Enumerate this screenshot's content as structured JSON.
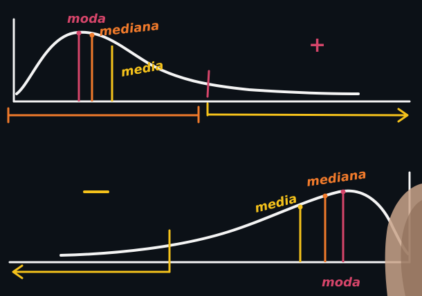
{
  "colors": {
    "background": "#0c1117",
    "curve": "#f4f4f4",
    "moda": "#d6456a",
    "mediana": "#f07a2b",
    "media": "#f5c21b",
    "plus": "#d6456a",
    "minus": "#f5c21b"
  },
  "top_panel": {
    "labels": {
      "moda": "moda",
      "mediana": "mediana",
      "media": "media"
    },
    "sign": "+"
  },
  "bottom_panel": {
    "labels": {
      "moda": "moda",
      "mediana": "mediana",
      "media": "media"
    },
    "sign": "−"
  }
}
